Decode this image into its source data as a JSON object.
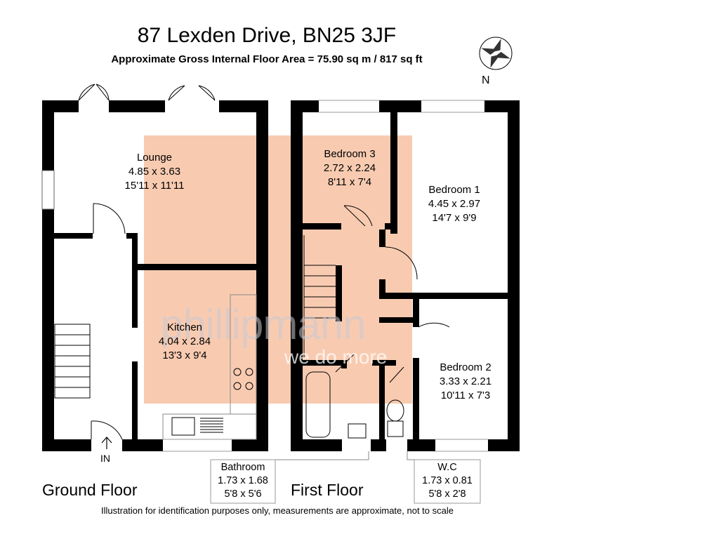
{
  "header": {
    "title": "87 Lexden Drive, BN25 3JF",
    "subtitle": "Approximate Gross Internal Floor Area = 75.90 sq m / 817 sq ft"
  },
  "compass": {
    "label": "N"
  },
  "watermark": {
    "brand": "phillipmann",
    "tagline": "we do more"
  },
  "floors": {
    "ground": {
      "label": "Ground Floor",
      "entrance": "IN",
      "rooms": {
        "lounge": {
          "name": "Lounge",
          "metric": "4.85 x 3.63",
          "imperial": "15'11 x 11'11"
        },
        "kitchen": {
          "name": "Kitchen",
          "metric": "4.04 x 2.84",
          "imperial": "13'3 x 9'4"
        }
      }
    },
    "first": {
      "label": "First Floor",
      "rooms": {
        "bedroom3": {
          "name": "Bedroom 3",
          "metric": "2.72 x 2.24",
          "imperial": "8'11 x 7'4"
        },
        "bedroom1": {
          "name": "Bedroom 1",
          "metric": "4.45 x 2.97",
          "imperial": "14'7 x 9'9"
        },
        "bedroom2": {
          "name": "Bedroom 2",
          "metric": "3.33 x 2.21",
          "imperial": "10'11 x 7'3"
        },
        "bathroom": {
          "name": "Bathroom",
          "metric": "1.73 x 1.68",
          "imperial": "5'8 x 5'6"
        },
        "wc": {
          "name": "W.C",
          "metric": "1.73 x 0.81",
          "imperial": "5'8 x 2'8"
        }
      }
    }
  },
  "footer": {
    "disclaimer": "Illustration for identification purposes only, measurements are approximate, not to scale"
  },
  "colors": {
    "wall": "#000000",
    "watermark_fill": "#f5b793",
    "watermark_text": "#c9c9d2"
  }
}
